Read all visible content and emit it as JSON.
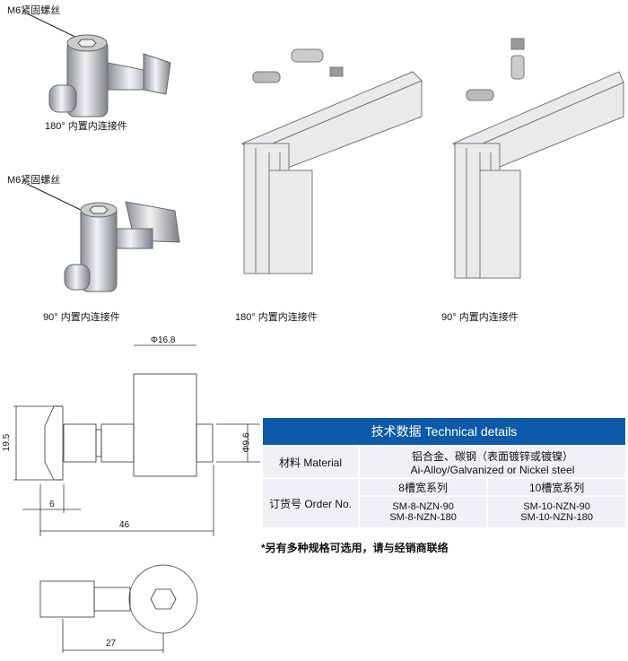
{
  "labels": {
    "screw_top": "M6紧固螺丝",
    "caption_180_part": "180°  内置内连接件",
    "screw_mid": "M6紧固螺丝",
    "caption_90_part": "90°  内置内连接件",
    "caption_180_assembly": "180°  内置内连接件",
    "caption_90_assembly": "90°  内置内连接件"
  },
  "dimensions": {
    "body_diameter": "Φ16.8",
    "head_height": "19.5",
    "head_width": "6",
    "total_length": "46",
    "shaft_diameter": "Φ9.6",
    "bottom_length": "27"
  },
  "table": {
    "title": "技术数据 Technical details",
    "material_label": "材料 Material",
    "material_cn": "铝合金、碳钢（表面镀锌或镀镍）",
    "material_en": "Ai-Alloy/Galvanized or Nickel steel",
    "order_label": "订货号 Order No.",
    "series_8": "8槽宽系列",
    "series_10": "10槽宽系列",
    "series_8_codes": [
      "SM-8-NZN-90",
      "SM-8-NZN-180"
    ],
    "series_10_codes": [
      "SM-10-NZN-90",
      "SM-10-NZN-180"
    ]
  },
  "footnote": "*另有多种规格可选用，请与经销商联络",
  "colors": {
    "header": "#0c5aa8",
    "cell": "#eef0f3"
  }
}
